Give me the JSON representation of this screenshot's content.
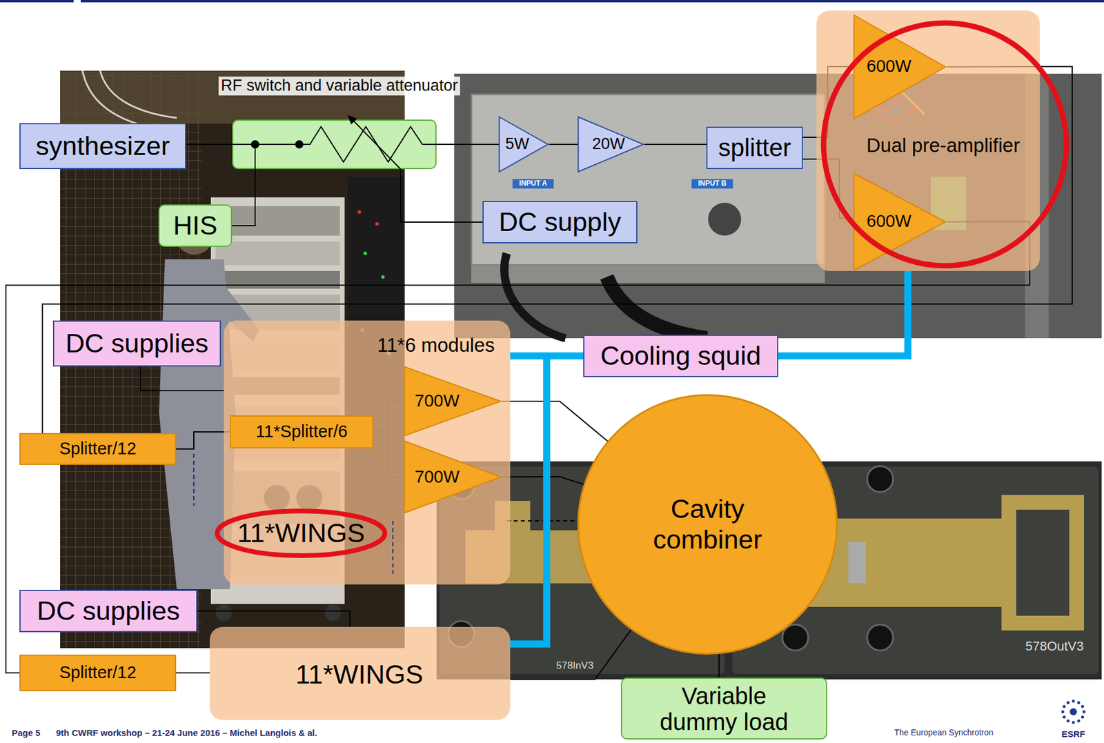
{
  "diagram": {
    "nodes": [
      {
        "text": [
          "synthesizer"
        ]
      },
      {
        "text": [
          "RF switch and variable attenuator"
        ]
      },
      {
        "text": [
          "5W"
        ]
      },
      {
        "text": [
          "20W"
        ]
      },
      {
        "text": [
          "splitter"
        ]
      },
      {
        "text": [
          "Dual pre-amplifier"
        ]
      },
      {
        "text": [
          "600W"
        ],
        "in": 5
      },
      {
        "text": [
          "600W"
        ],
        "in": 5
      },
      {
        "text": [
          "HIS"
        ]
      },
      {
        "text": [
          "DC supply"
        ]
      },
      {
        "text": [
          "DC supplies"
        ]
      },
      {
        "text": [
          "11*6 modules",
          "11*WINGS"
        ]
      },
      {
        "text": [
          "11*Splitter/6"
        ],
        "in": 11
      },
      {
        "text": [
          "700W"
        ],
        "in": 11
      },
      {
        "text": [
          "700W"
        ],
        "in": 11
      },
      {
        "text": [
          "Cooling squid"
        ]
      },
      {
        "text": [
          "Splitter/12"
        ]
      },
      {
        "text": [
          "Cavity combiner"
        ]
      },
      {
        "text": [
          "DC supplies"
        ]
      },
      {
        "text": [
          "Splitter/12"
        ]
      },
      {
        "text": [
          "11*WINGS"
        ]
      },
      {
        "text": [
          "Variable dummy load"
        ]
      }
    ],
    "edges": [
      {
        "from": 0,
        "to": 1,
        "arrow": "none"
      },
      {
        "from": 1,
        "to": 8,
        "arrow": "none"
      },
      {
        "from": 1,
        "to": 2,
        "arrow": "none"
      },
      {
        "from": 2,
        "to": 3,
        "arrow": "none"
      },
      {
        "from": 3,
        "to": 4,
        "arrow": "none"
      },
      {
        "from": 4,
        "to": 6,
        "arrow": "none"
      },
      {
        "from": 4,
        "to": 7,
        "arrow": "none"
      },
      {
        "from": 9,
        "to": 1,
        "arrow": "none"
      },
      {
        "from": 6,
        "to": 16,
        "arrow": "none"
      },
      {
        "from": 7,
        "to": 19,
        "arrow": "none"
      },
      {
        "from": 10,
        "to": 11,
        "arrow": "none"
      },
      {
        "from": 16,
        "to": 12,
        "arrow": "none"
      },
      {
        "from": 12,
        "to": 13,
        "arrow": "none"
      },
      {
        "from": 12,
        "to": 14,
        "arrow": "none"
      },
      {
        "from": 13,
        "to": 17,
        "arrow": "none"
      },
      {
        "from": 14,
        "to": 17,
        "arrow": "none"
      },
      {
        "from": 18,
        "to": 20,
        "arrow": "none"
      },
      {
        "from": 19,
        "to": 20,
        "arrow": "none"
      },
      {
        "from": 20,
        "to": 17,
        "arrow": "none"
      },
      {
        "from": 17,
        "to": 21,
        "arrow": "none"
      },
      {
        "from": 5,
        "to": 15,
        "arrow": "none"
      },
      {
        "from": 15,
        "to": 11,
        "arrow": "none"
      },
      {
        "from": 15,
        "to": 20,
        "arrow": "none"
      }
    ],
    "labels": [
      "INPUT A",
      "INPUT B",
      "578InV3",
      "578OutV3",
      "Page 5",
      "9th CWRF workshop – 21-24 June 2016 – Michel Langlois & al.",
      "The European Synchrotron",
      "ESRF"
    ]
  }
}
